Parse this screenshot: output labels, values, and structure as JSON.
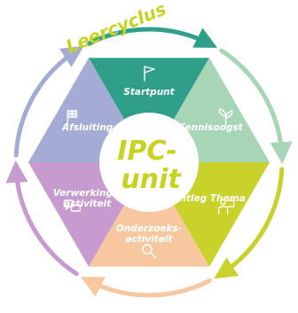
{
  "title": "Leercyclus",
  "center": {
    "line1": "IPC-",
    "line2": "unit"
  },
  "segments": [
    {
      "name": "startpunt",
      "lines": [
        "Startpunt"
      ],
      "color": "#2f9f8a",
      "icon": "flag-icon"
    },
    {
      "name": "kennisoogst",
      "lines": [
        "Kennisoogst"
      ],
      "color": "#a8d5b5",
      "icon": "plant-icon"
    },
    {
      "name": "uitleg-thema",
      "lines": [
        "Uitleg Thema"
      ],
      "color": "#c9d22a",
      "icon": "presenter-icon"
    },
    {
      "name": "onderzoeksactiviteit",
      "lines": [
        "Onderzoeks-",
        "activiteit"
      ],
      "color": "#f7c8a0",
      "icon": "magnifier-icon"
    },
    {
      "name": "verwerkingsactiviteit",
      "lines": [
        "Verwerkings-",
        "activiteit"
      ],
      "color": "#c79bd0",
      "icon": "chat-icon"
    },
    {
      "name": "afsluiting",
      "lines": [
        "Afsluiting"
      ],
      "color": "#a4acd6",
      "icon": "finish-flag-icon"
    }
  ],
  "colors": {
    "title": "#c6d31f",
    "center_text": "#c6d31f",
    "center_fill": "#ffffff"
  }
}
